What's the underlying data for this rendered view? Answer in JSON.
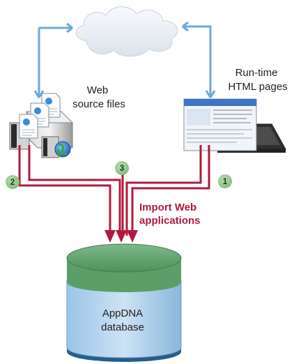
{
  "labels": {
    "web_line1": "Web",
    "web_line2": "source files",
    "runtime_line1": "Run-time",
    "runtime_line2": "HTML pages",
    "import_line1": "Import Web",
    "import_line2": "applications",
    "db_line1": "AppDNA",
    "db_line2": "database"
  },
  "steps": [
    "1",
    "2",
    "3"
  ],
  "colors": {
    "blue_arrow": "#6aaad8",
    "red_arrow": "#b01a3c",
    "step_green": "#8fc587",
    "db_green": "#5b9e67",
    "db_body": "#b7d5ee",
    "db_base": "#245e8c",
    "cloud": "#e6ecf3"
  },
  "icons": [
    "cloud-icon",
    "server-icon",
    "globe-icon",
    "document-icon",
    "laptop-icon",
    "database-icon"
  ]
}
